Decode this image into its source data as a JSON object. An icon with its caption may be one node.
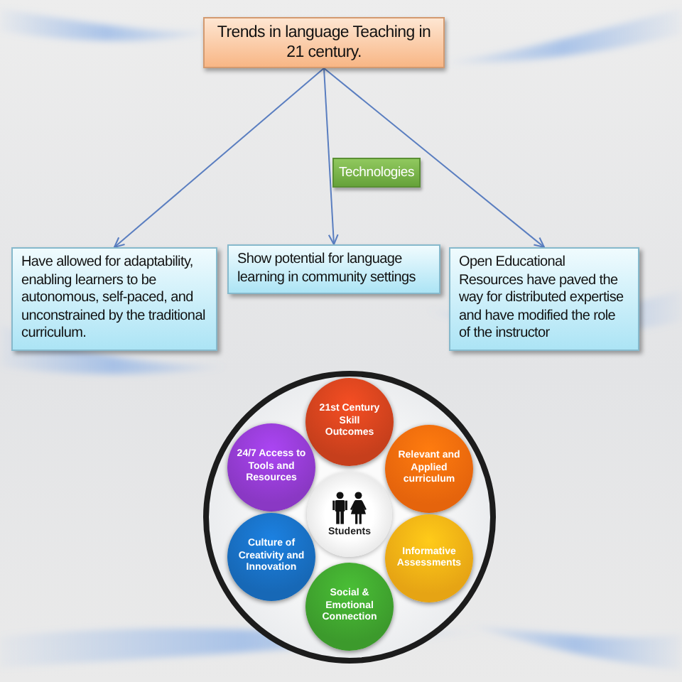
{
  "diagram": {
    "nodes": [
      {
        "text": [
          "Trends in language Teaching in 21 century."
        ]
      },
      {
        "text": [
          "Technologies"
        ]
      },
      {
        "text": [
          "Have allowed for adaptability, enabling learners to be autonomous, self-paced, and unconstrained by the traditional curriculum."
        ]
      },
      {
        "text": [
          "Show potential for language learning in community settings"
        ]
      },
      {
        "text": [
          "Open Educational Resources have paved the way for distributed expertise and have modified the role of the instructor"
        ]
      },
      {
        "text": [],
        "shape": "circle"
      },
      {
        "text": [
          "21st Century Skill Outcomes"
        ],
        "in": 5
      },
      {
        "text": [
          "24/7 Access to Tools and Resources"
        ],
        "in": 5
      },
      {
        "text": [
          "Relevant and Applied curriculum"
        ],
        "in": 5
      },
      {
        "text": [
          "Students"
        ],
        "in": 5
      },
      {
        "text": [
          "Culture of Creativity and Innovation"
        ],
        "in": 5
      },
      {
        "text": [
          "Informative Assessments"
        ],
        "in": 5
      },
      {
        "text": [
          "Social & Emotional Connection"
        ],
        "in": 5
      }
    ],
    "edges": [
      {
        "from": 0,
        "to": 2,
        "arrow": "to"
      },
      {
        "from": 0,
        "to": 3,
        "arrow": "to"
      },
      {
        "from": 0,
        "to": 4,
        "arrow": "to"
      }
    ]
  }
}
